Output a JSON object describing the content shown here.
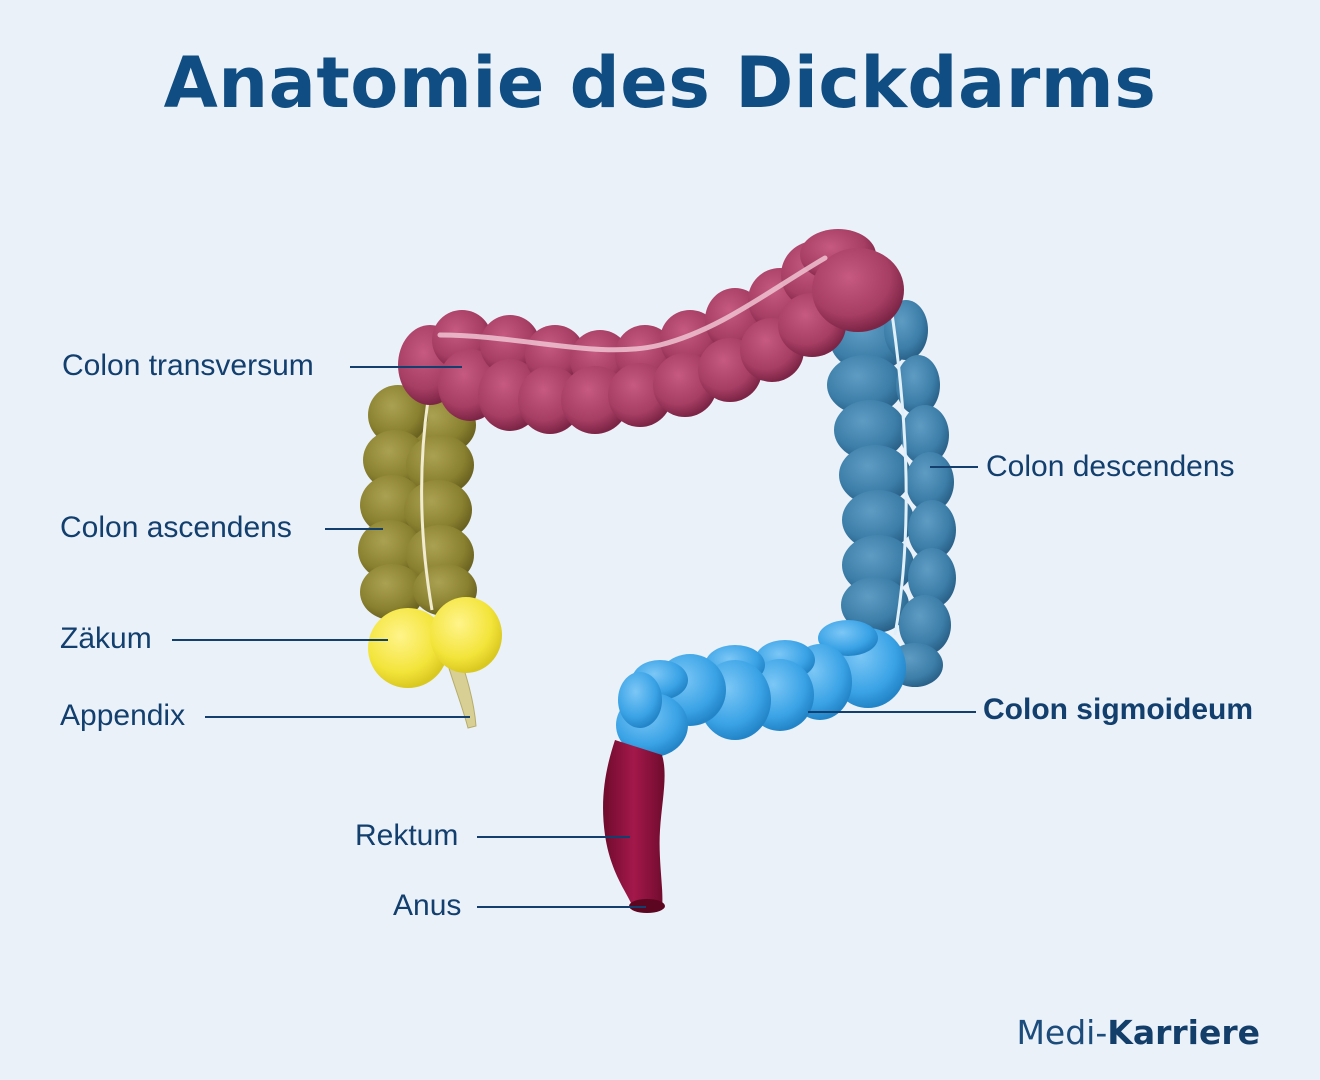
{
  "title": "Anatomie des Dickdarms",
  "labels": {
    "transversum": "Colon transversum",
    "ascendens": "Colon ascendens",
    "zaekum": "Zäkum",
    "appendix": "Appendix",
    "descendens": "Colon descendens",
    "sigmoideum": "Colon sigmoideum",
    "rektum": "Rektum",
    "anus": "Anus"
  },
  "brand": {
    "prefix": "Medi-",
    "name": "Karriere"
  },
  "colors": {
    "background": "#eaf1f9",
    "title": "#0f4d82",
    "transversum": "#a63d63",
    "ascendens": "#8a8130",
    "zaekum": "#f3e43a",
    "appendix": "#d8cf95",
    "descendens": "#3c7ea8",
    "sigmoideum": "#3aa3e6",
    "rektum": "#8e0f3a",
    "leader_line": "#123f6e"
  }
}
